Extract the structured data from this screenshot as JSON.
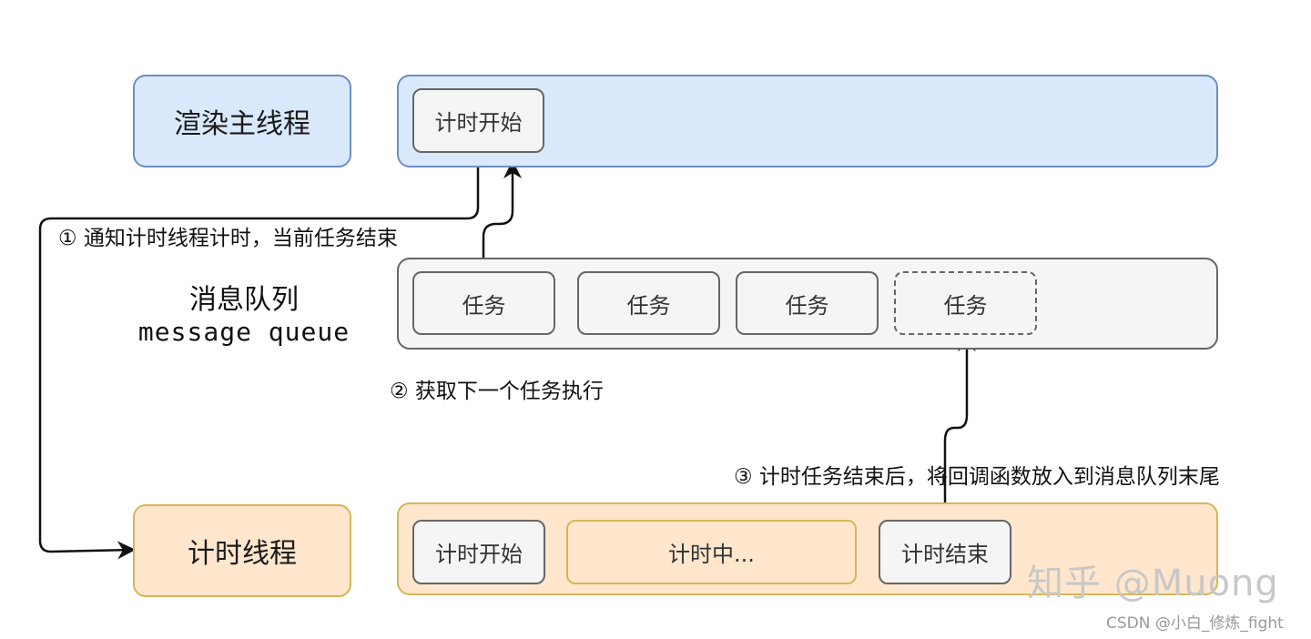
{
  "render_thread": {
    "label": "渲染主线程",
    "task": "计时开始"
  },
  "message_queue": {
    "label_zh": "消息队列",
    "label_en": "message queue",
    "tasks": [
      "任务",
      "任务",
      "任务",
      "任务"
    ]
  },
  "timer_thread": {
    "label": "计时线程",
    "stages": [
      "计时开始",
      "计时中...",
      "计时结束"
    ]
  },
  "steps": {
    "step1": "① 通知计时线程计时，当前任务结束",
    "step2": "② 获取下一个任务执行",
    "step3": "③ 计时任务结束后，将回调函数放入到消息队列末尾"
  },
  "watermarks": {
    "zhihu": "知乎 @Muong",
    "csdn": "CSDN @小白_修炼_fight"
  }
}
